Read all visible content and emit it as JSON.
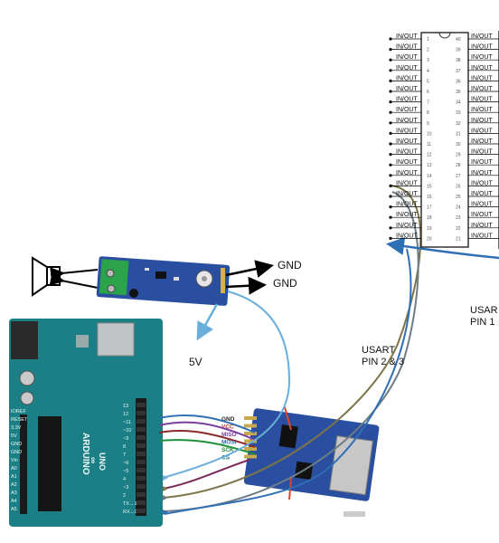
{
  "labels": {
    "gnd_1": "GND",
    "gnd_2": "GND",
    "v5": "5V",
    "usart_left_line1": "USART",
    "usart_left_line2": "PIN 2 & 3",
    "usart_right_line1": "USAR",
    "usart_right_line2": "PIN 1"
  },
  "chip": {
    "pin_label": "IN/OUT",
    "left_pin_numbers": [
      "1",
      "2",
      "3",
      "4",
      "5",
      "6",
      "7",
      "8",
      "9",
      "10",
      "11",
      "12",
      "13",
      "14",
      "15",
      "16",
      "17",
      "18",
      "19",
      "20"
    ],
    "right_pin_numbers": [
      "40",
      "39",
      "38",
      "37",
      "36",
      "35",
      "34",
      "33",
      "32",
      "31",
      "30",
      "29",
      "28",
      "27",
      "26",
      "25",
      "24",
      "23",
      "22",
      "21"
    ]
  },
  "sd_module": {
    "pins": [
      "GND",
      "VCC",
      "MISO",
      "MOSI",
      "SCK",
      "CS"
    ],
    "pin_colors": [
      "#222222",
      "#c0392b",
      "#7b3fa0",
      "#2a6fb0",
      "#1f8f3a",
      "#1f6f6f"
    ]
  },
  "arduino": {
    "brand": "ARDUINO",
    "model": "UNO",
    "left_labels": [
      "IOREF",
      "RESET",
      "3.3V",
      "5V",
      "GND",
      "GND",
      "Vin",
      "A0",
      "A1",
      "A2",
      "A3",
      "A4",
      "A5"
    ],
    "right_labels": [
      "13",
      "12",
      "~11",
      "~10",
      "~9",
      "8",
      "7",
      "~6",
      "~5",
      "4",
      "~3",
      "2",
      "TX→1",
      "RX←0"
    ]
  },
  "colors": {
    "wire_blue": "#2f6fb5",
    "wire_light_blue": "#6aaedb",
    "wire_olive": "#7d7448",
    "wire_gray": "#6e7c86",
    "board_teal": "#1b7f85",
    "amp_blue": "#2a4fa0"
  }
}
